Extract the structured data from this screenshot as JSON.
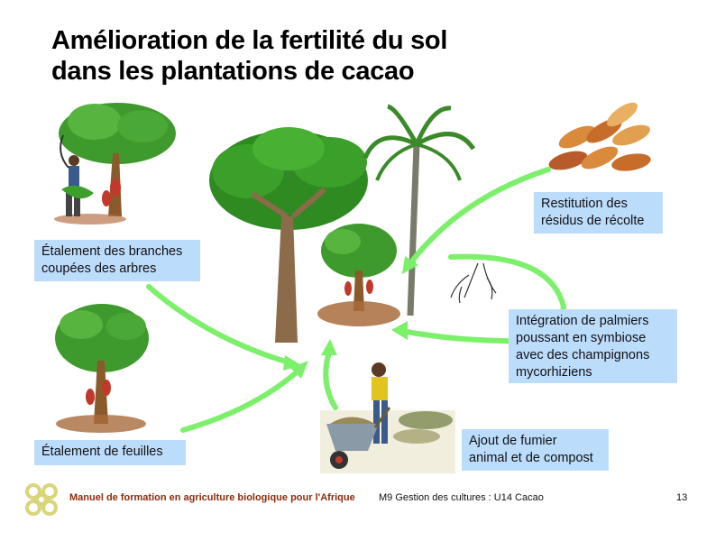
{
  "slide": {
    "title_line1": "Amélioration de la fertilité du sol",
    "title_line2": "dans les plantations de cacao"
  },
  "labels": {
    "branches": [
      "Étalement des branches",
      "coupées des arbres"
    ],
    "leaves": "Étalement de feuilles",
    "residues": [
      "Restitution des",
      "résidus de récolte"
    ],
    "palms": [
      "Intégration de palmiers",
      "poussant en symbiose",
      "avec des champignons",
      "mycorhiziens"
    ],
    "manure": [
      "Ajout de fumier",
      "animal et de compost"
    ]
  },
  "footer": {
    "manual": "Manuel de formation en agriculture biologique pour l'Afrique",
    "module": "M9 Gestion des cultures : U14 Cacao",
    "page_number": "13"
  },
  "colors": {
    "arrow": "#7cf06a",
    "label_bg": "#bcdcfb",
    "footer_brand": "#8a2d0c",
    "logo": "#d9d57a"
  }
}
